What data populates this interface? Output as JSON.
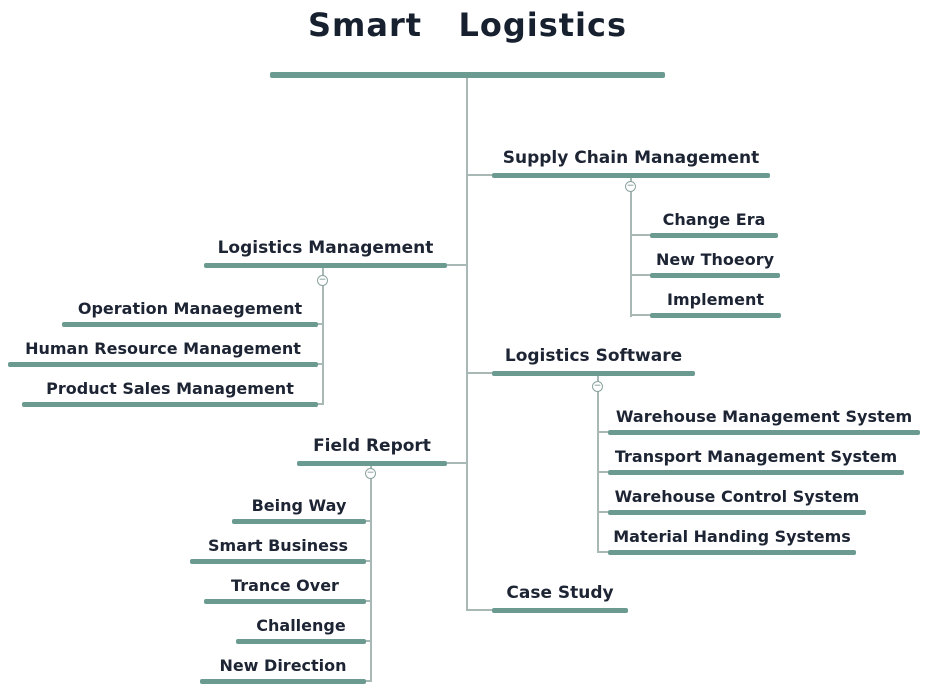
{
  "colors": {
    "bar": "#6a9a90",
    "connector": "#a8b8b4",
    "text": "#1d2433"
  },
  "icons": {
    "collapse_glyph": "−"
  },
  "map": {
    "root": {
      "label": "Smart   Logistics"
    },
    "branches": [
      {
        "label": "Supply Chain Management",
        "children": [
          "Change Era",
          "New Thoeory",
          "Implement"
        ]
      },
      {
        "label": "Logistics Management",
        "children": [
          "Operation Manaegement",
          "Human Resource Management",
          "Product Sales Management"
        ]
      },
      {
        "label": "Logistics Software",
        "children": [
          "Warehouse Management System",
          "Transport Management System",
          "Warehouse Control System",
          "Material Handing Systems"
        ]
      },
      {
        "label": "Field Report",
        "children": [
          "Being Way",
          "Smart Business",
          "Trance Over",
          "Challenge",
          "New Direction"
        ]
      },
      {
        "label": "Case Study",
        "children": []
      }
    ]
  }
}
